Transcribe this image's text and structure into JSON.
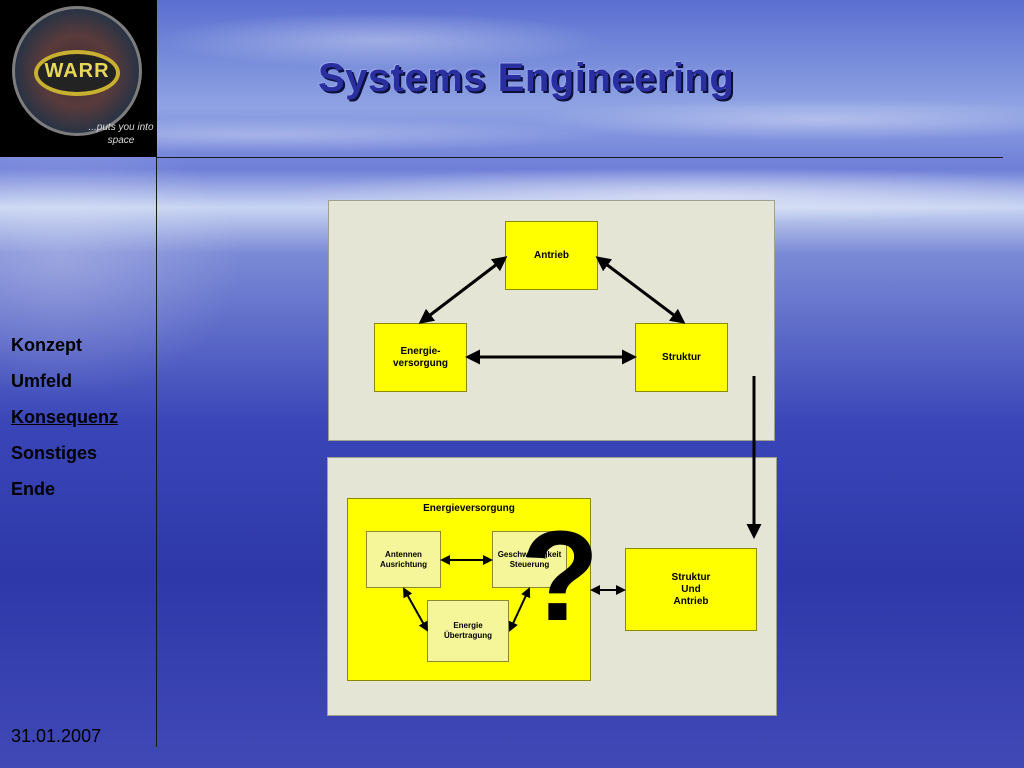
{
  "header": {
    "title": "Systems Engineering",
    "logo_text": "WARR",
    "logo_tagline": "...puts you into space"
  },
  "nav": {
    "items": [
      {
        "label": "Konzept"
      },
      {
        "label": "Umfeld"
      },
      {
        "label": "Konsequenz",
        "active": true
      },
      {
        "label": "Sonstiges"
      },
      {
        "label": "Ende"
      }
    ]
  },
  "footer": {
    "date": "31.01.2007"
  },
  "diagram_top": {
    "antrieb": "Antrieb",
    "energie": "Energie-\nversorgung",
    "struktur": "Struktur"
  },
  "diagram_bottom": {
    "group_label": "Energieversorgung",
    "antennen": "Antennen\nAusrichtung",
    "geschwindigkeit": "Geschwindigkeit\nSteuerung",
    "energie_uebertragung": "Energie\nÜbertragung",
    "question": "?",
    "struktur_antrieb": "Struktur\nUnd\nAntrieb"
  },
  "colors": {
    "box_yellow": "#ffff00",
    "panel_bg": "#e4e5d4",
    "title": "#2a2fa0"
  }
}
